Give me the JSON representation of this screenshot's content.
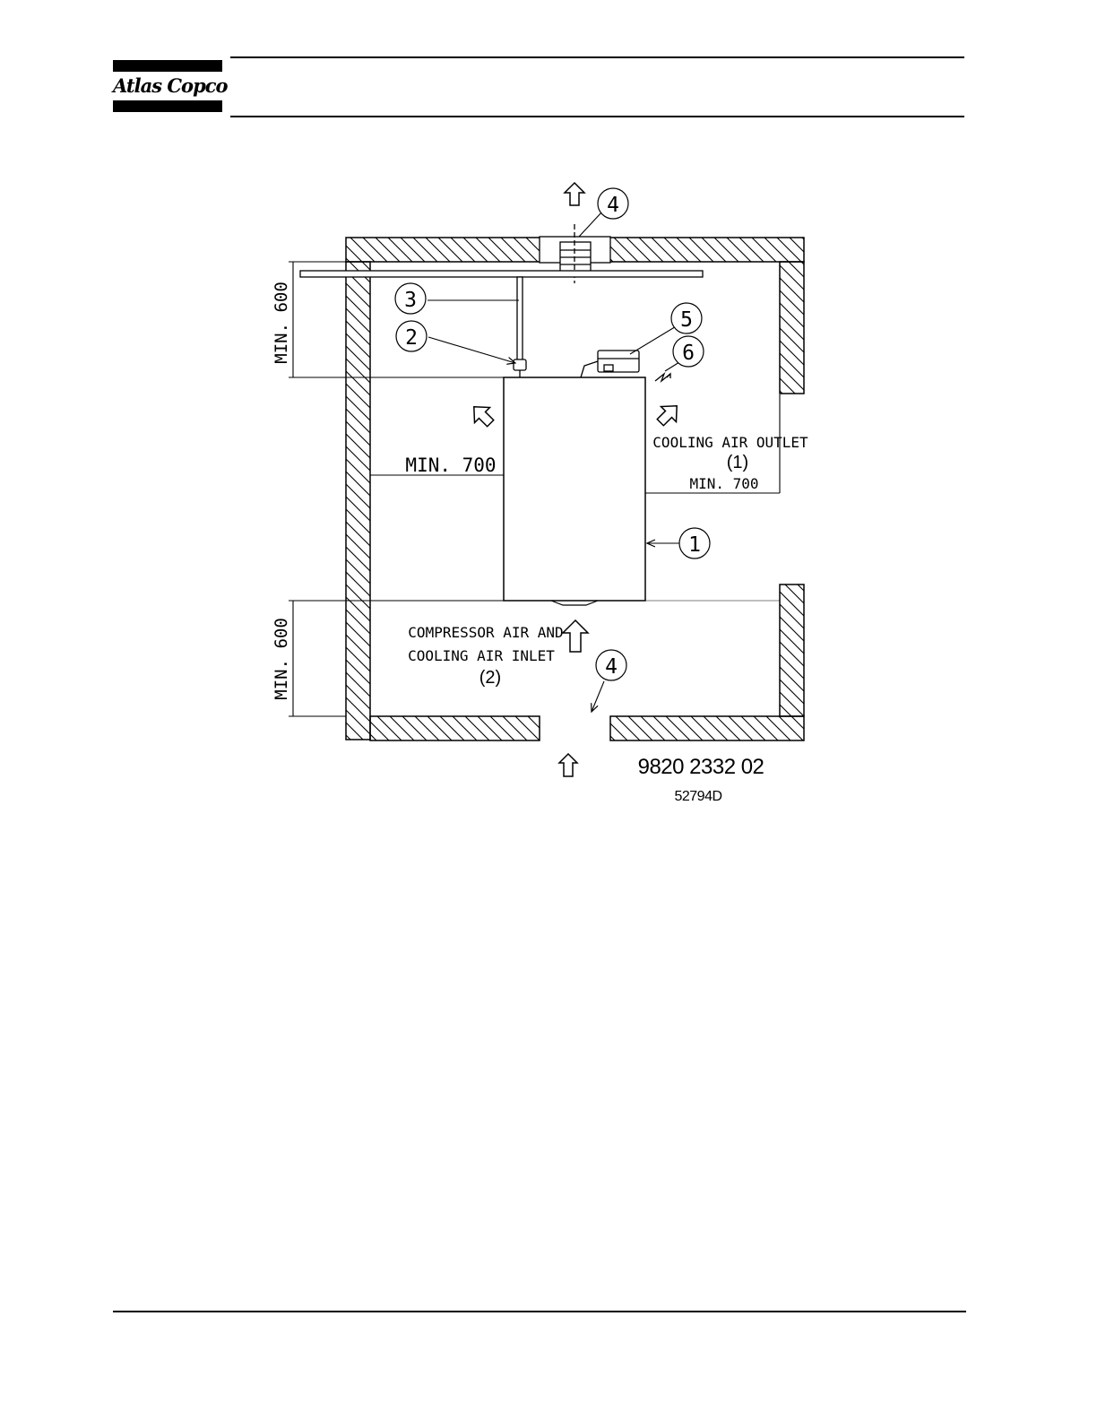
{
  "header": {
    "brand": "Atlas Copco"
  },
  "figure": {
    "callouts": {
      "c1": "1",
      "c2": "2",
      "c3": "3",
      "c4_top": "4",
      "c4_bottom": "4",
      "c5": "5",
      "c6": "6"
    },
    "dimensions": {
      "top_left_vertical": "MIN. 600",
      "left_horizontal": "MIN. 700",
      "right_horizontal": "MIN. 700",
      "bottom_left_vertical": "MIN. 600"
    },
    "labels": {
      "outlet_text": "COOLING AIR OUTLET",
      "outlet_ref": "(1)",
      "inlet_line1": "COMPRESSOR AIR AND",
      "inlet_line2": "COOLING AIR INLET",
      "inlet_ref": "(2)"
    },
    "doc_number": "9820 2332 02",
    "drawing_id": "52794D"
  }
}
